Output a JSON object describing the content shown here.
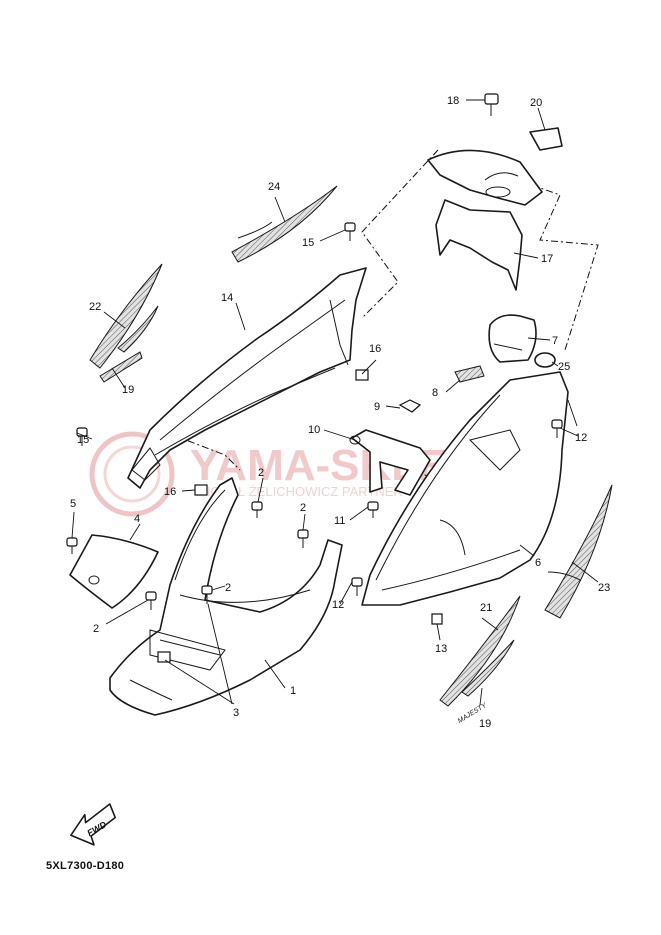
{
  "watermark": {
    "brand": "YAMA-SKLEP.PL",
    "subtitle": "MICHAŁ ŻELICHOWICZ PARTNER YAMAHA"
  },
  "drawing_code": "5XL7300-D180",
  "fwd_label": "FWD",
  "decal_text": "MAJESTY",
  "callouts": {
    "c1": "1",
    "c2a": "2",
    "c2b": "2",
    "c2c": "2",
    "c2d": "2",
    "c3": "3",
    "c4": "4",
    "c5": "5",
    "c6": "6",
    "c7": "7",
    "c8": "8",
    "c9": "9",
    "c10": "10",
    "c11": "11",
    "c12a": "12",
    "c12b": "12",
    "c13": "13",
    "c14": "14",
    "c15a": "15",
    "c15b": "15",
    "c16a": "16",
    "c16b": "16",
    "c17": "17",
    "c18": "18",
    "c19a": "19",
    "c19b": "19",
    "c20": "20",
    "c21": "21",
    "c22": "22",
    "c23": "23",
    "c24": "24",
    "c25": "25"
  }
}
